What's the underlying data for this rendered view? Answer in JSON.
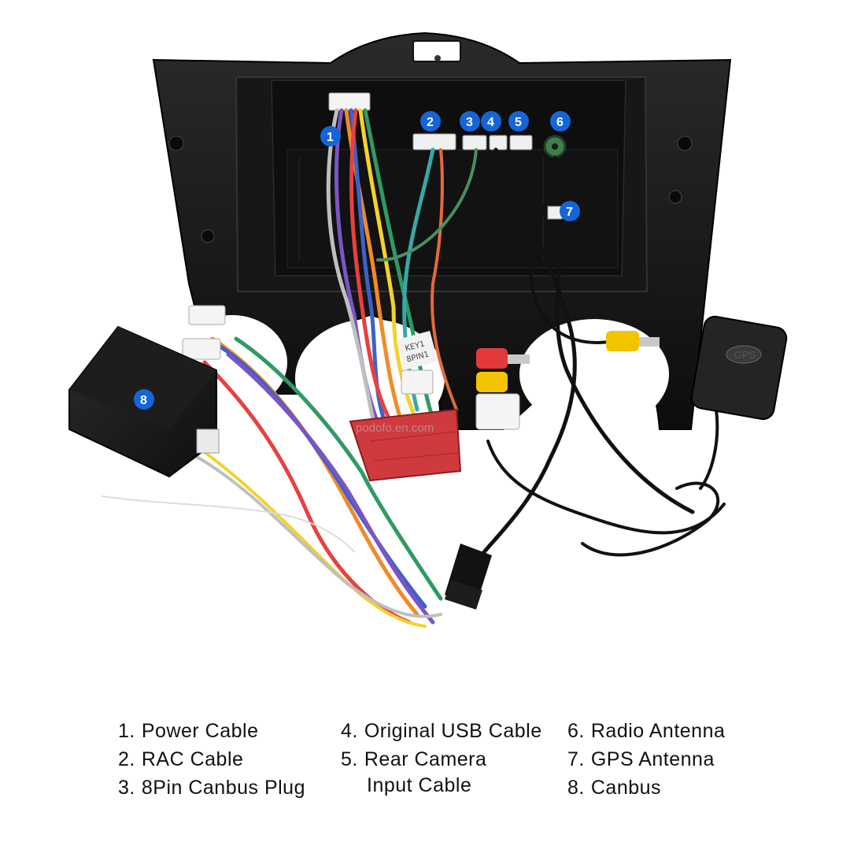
{
  "callouts": [
    "1",
    "2",
    "3",
    "4",
    "5",
    "6",
    "7",
    "8"
  ],
  "photo_text": {
    "gps_module_label": "GPS",
    "sticker_key": "KEY1",
    "sticker_pin": "8PIN1",
    "watermark": "podofo.en.com"
  },
  "legend": {
    "col1": [
      {
        "num": "1.",
        "label": "Power Cable"
      },
      {
        "num": "2.",
        "label": "RAC Cable"
      },
      {
        "num": "3.",
        "label": "8Pin Canbus Plug"
      }
    ],
    "col2": [
      {
        "num": "4.",
        "label": "Original USB Cable"
      },
      {
        "num": "5.",
        "label": "Rear Camera",
        "label_cont": "Input Cable"
      }
    ],
    "col3": [
      {
        "num": "6.",
        "label": "Radio Antenna"
      },
      {
        "num": "7.",
        "label": "GPS Antenna"
      },
      {
        "num": "8.",
        "label": "Canbus"
      }
    ]
  },
  "colors": {
    "callout_blue": "#1565d8",
    "frame_black": "#111111",
    "connector_red": "#d0383d",
    "rca_yellow": "#f2c400",
    "rca_red": "#e23a3a"
  }
}
